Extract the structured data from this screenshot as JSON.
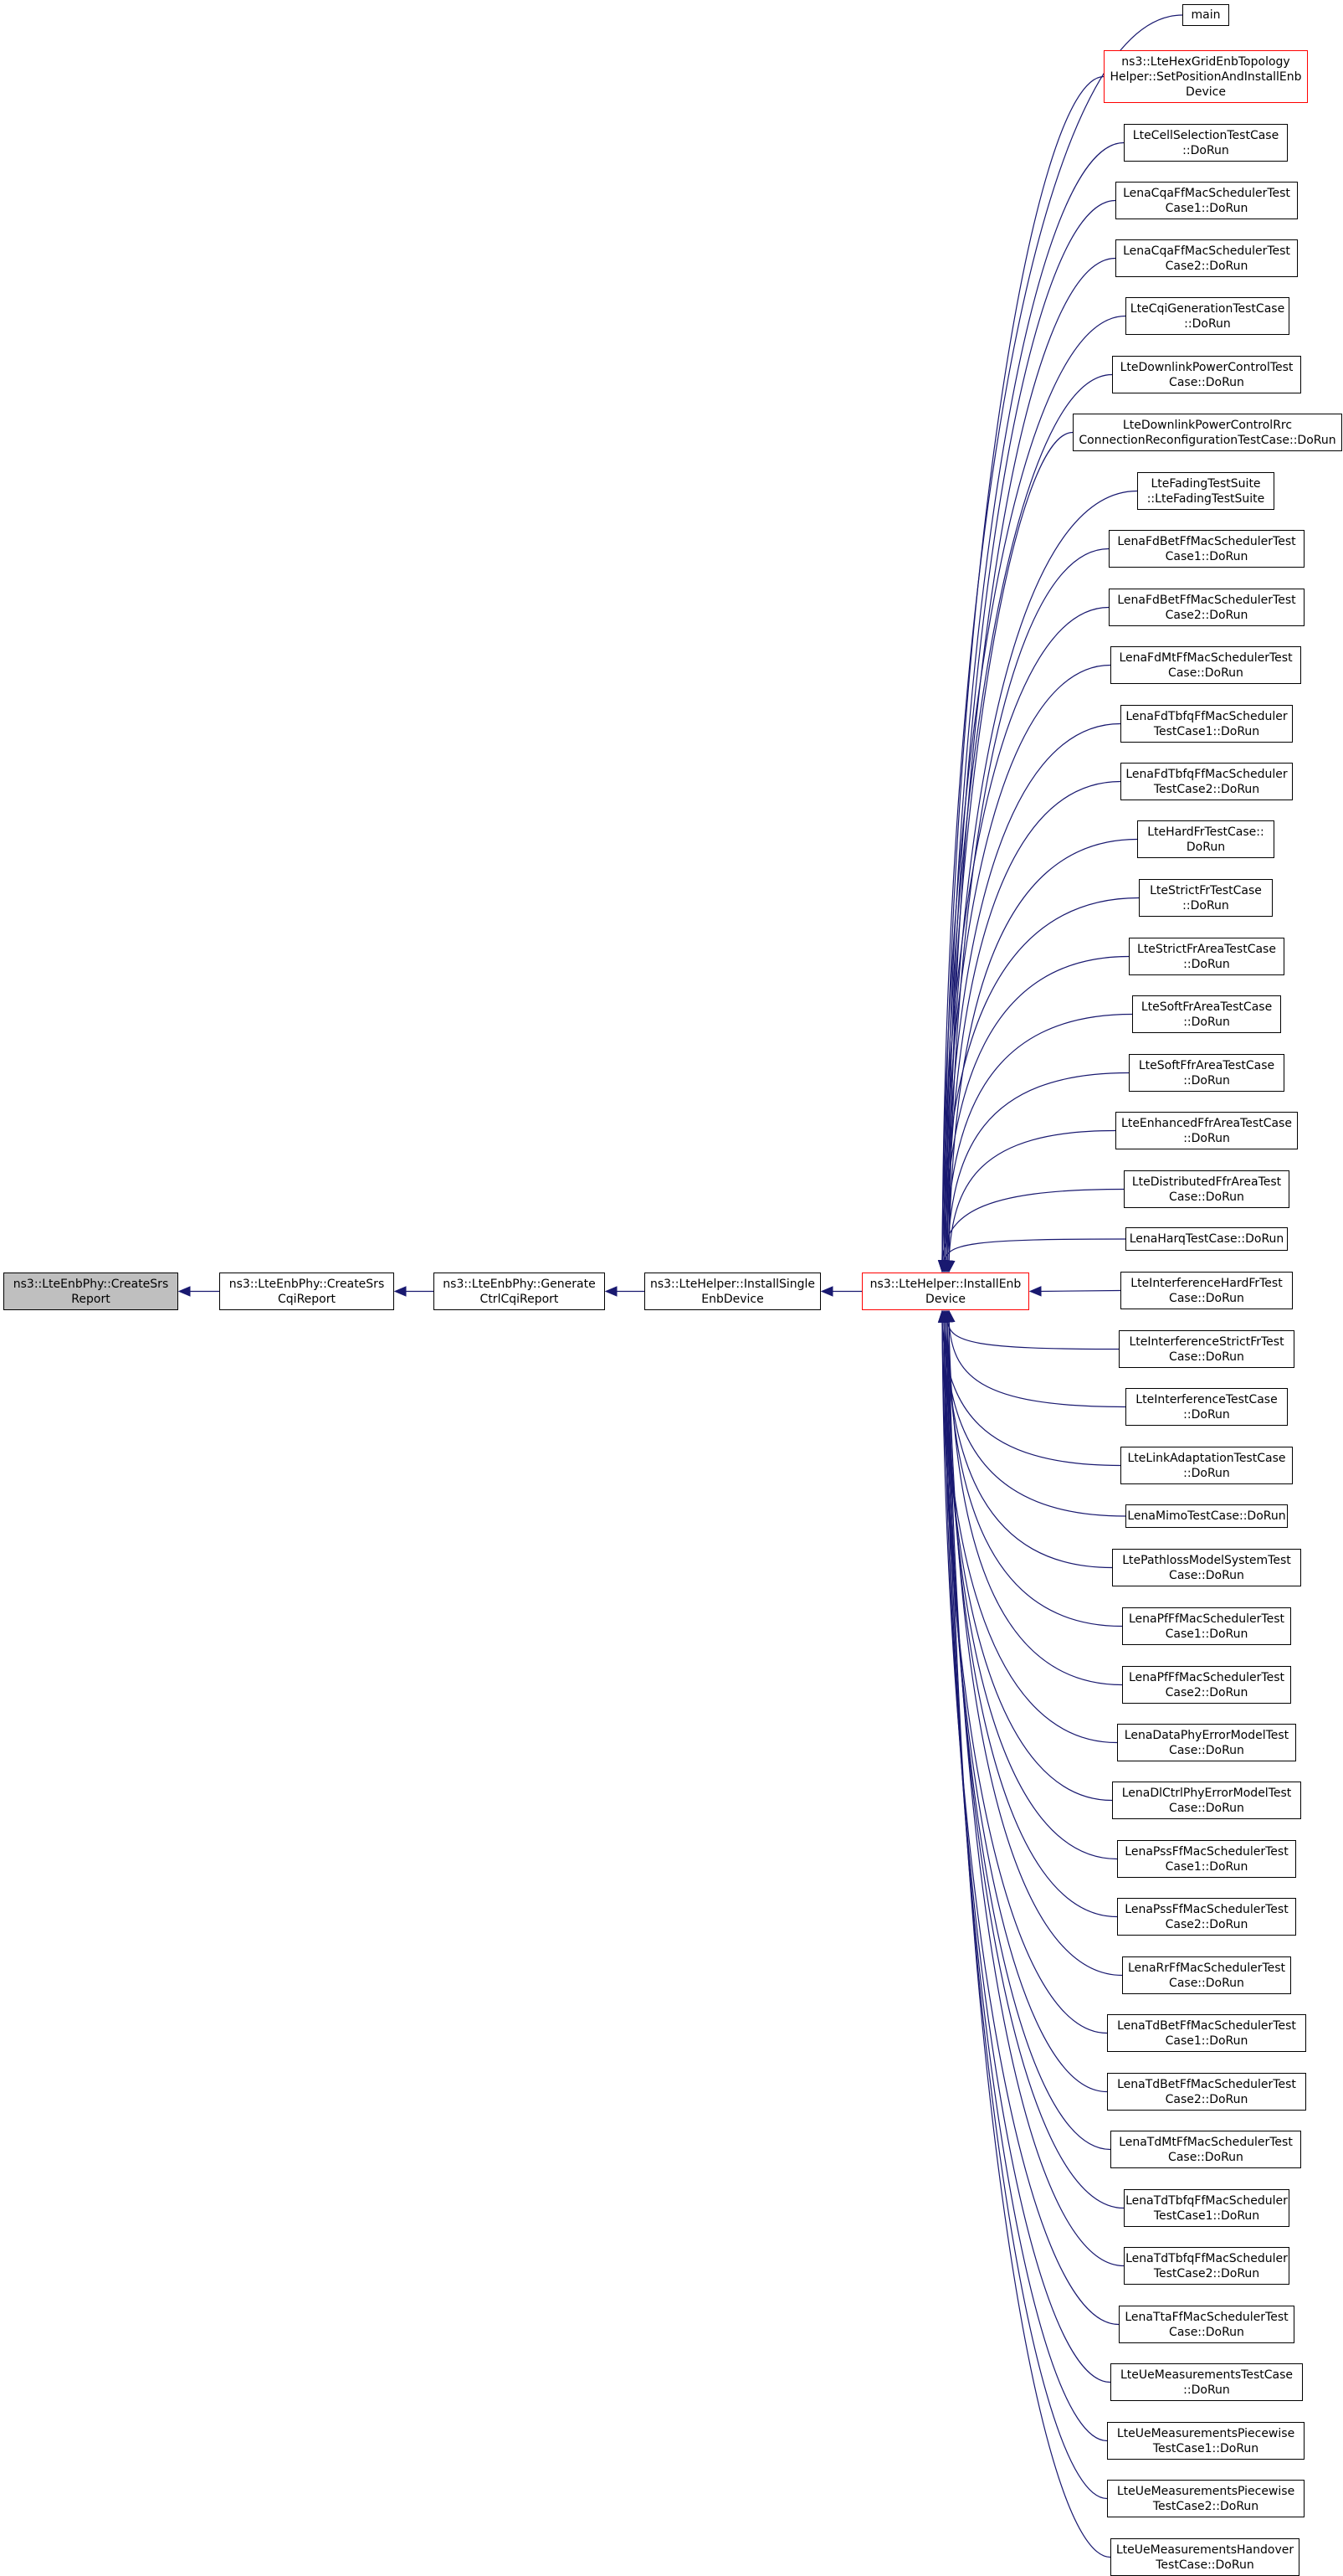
{
  "colors": {
    "edge": "#191970",
    "focus_fill": "#bfbfbf",
    "highlight_border": "#ff0000",
    "node_border": "#000000"
  },
  "chain": [
    {
      "id": "createsrsreport",
      "label": "ns3::LteEnbPhy::CreateSrs\nReport",
      "focus": true
    },
    {
      "id": "createsrscqireport",
      "label": "ns3::LteEnbPhy::CreateSrs\nCqiReport"
    },
    {
      "id": "generatectrlcqireport",
      "label": "ns3::LteEnbPhy::Generate\nCtrlCqiReport"
    },
    {
      "id": "installsingleenbdevice",
      "label": "ns3::LteHelper::InstallSingle\nEnbDevice"
    },
    {
      "id": "installenbdevice",
      "label": "ns3::LteHelper::InstallEnb\nDevice",
      "highlight": true
    }
  ],
  "callers": [
    {
      "label": "main"
    },
    {
      "label": "ns3::LteHexGridEnbTopology\nHelper::SetPositionAndInstallEnb\nDevice",
      "highlight": true
    },
    {
      "label": "LteCellSelectionTestCase\n::DoRun"
    },
    {
      "label": "LenaCqaFfMacSchedulerTest\nCase1::DoRun"
    },
    {
      "label": "LenaCqaFfMacSchedulerTest\nCase2::DoRun"
    },
    {
      "label": "LteCqiGenerationTestCase\n::DoRun"
    },
    {
      "label": "LteDownlinkPowerControlTest\nCase::DoRun"
    },
    {
      "label": "LteDownlinkPowerControlRrc\nConnectionReconfigurationTestCase::DoRun"
    },
    {
      "label": "LteFadingTestSuite\n::LteFadingTestSuite"
    },
    {
      "label": "LenaFdBetFfMacSchedulerTest\nCase1::DoRun"
    },
    {
      "label": "LenaFdBetFfMacSchedulerTest\nCase2::DoRun"
    },
    {
      "label": "LenaFdMtFfMacSchedulerTest\nCase::DoRun"
    },
    {
      "label": "LenaFdTbfqFfMacScheduler\nTestCase1::DoRun"
    },
    {
      "label": "LenaFdTbfqFfMacScheduler\nTestCase2::DoRun"
    },
    {
      "label": "LteHardFrTestCase::\nDoRun"
    },
    {
      "label": "LteStrictFrTestCase\n::DoRun"
    },
    {
      "label": "LteStrictFrAreaTestCase\n::DoRun"
    },
    {
      "label": "LteSoftFrAreaTestCase\n::DoRun"
    },
    {
      "label": "LteSoftFfrAreaTestCase\n::DoRun"
    },
    {
      "label": "LteEnhancedFfrAreaTestCase\n::DoRun"
    },
    {
      "label": "LteDistributedFfrAreaTest\nCase::DoRun"
    },
    {
      "label": "LenaHarqTestCase::DoRun"
    },
    {
      "label": "LteInterferenceHardFrTest\nCase::DoRun"
    },
    {
      "label": "LteInterferenceStrictFrTest\nCase::DoRun"
    },
    {
      "label": "LteInterferenceTestCase\n::DoRun"
    },
    {
      "label": "LteLinkAdaptationTestCase\n::DoRun"
    },
    {
      "label": "LenaMimoTestCase::DoRun"
    },
    {
      "label": "LtePathlossModelSystemTest\nCase::DoRun"
    },
    {
      "label": "LenaPfFfMacSchedulerTest\nCase1::DoRun"
    },
    {
      "label": "LenaPfFfMacSchedulerTest\nCase2::DoRun"
    },
    {
      "label": "LenaDataPhyErrorModelTest\nCase::DoRun"
    },
    {
      "label": "LenaDlCtrlPhyErrorModelTest\nCase::DoRun"
    },
    {
      "label": "LenaPssFfMacSchedulerTest\nCase1::DoRun"
    },
    {
      "label": "LenaPssFfMacSchedulerTest\nCase2::DoRun"
    },
    {
      "label": "LenaRrFfMacSchedulerTest\nCase::DoRun"
    },
    {
      "label": "LenaTdBetFfMacSchedulerTest\nCase1::DoRun"
    },
    {
      "label": "LenaTdBetFfMacSchedulerTest\nCase2::DoRun"
    },
    {
      "label": "LenaTdMtFfMacSchedulerTest\nCase::DoRun"
    },
    {
      "label": "LenaTdTbfqFfMacScheduler\nTestCase1::DoRun"
    },
    {
      "label": "LenaTdTbfqFfMacScheduler\nTestCase2::DoRun"
    },
    {
      "label": "LenaTtaFfMacSchedulerTest\nCase::DoRun"
    },
    {
      "label": "LteUeMeasurementsTestCase\n::DoRun"
    },
    {
      "label": "LteUeMeasurementsPiecewise\nTestCase1::DoRun"
    },
    {
      "label": "LteUeMeasurementsPiecewise\nTestCase2::DoRun"
    },
    {
      "label": "LteUeMeasurementsHandover\nTestCase::DoRun"
    }
  ]
}
